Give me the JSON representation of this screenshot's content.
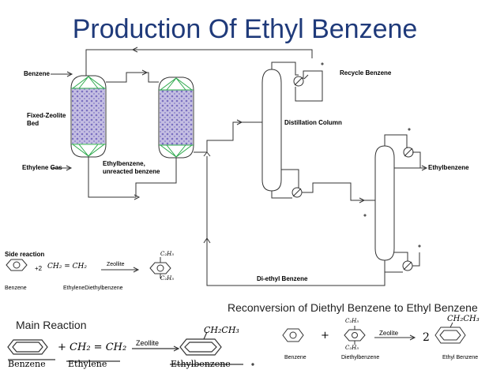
{
  "title": "Production Of Ethyl Benzene",
  "labels": {
    "benzene_feed": "Benzene",
    "fixed_zeolite": "Fixed-Zeolite",
    "bed": "Bed",
    "ethylene_gas": "Ethylene Gas",
    "ethylbenzene_unreacted_1": "Ethylbenzene,",
    "ethylbenzene_unreacted_2": "unreacted benzene",
    "recycle_benzene": "Recycle Benzene",
    "distillation_column": "Distillation Column",
    "ethylbenzene_product": "Ethylbenzene",
    "diethyl_benzene": "Di-ethyl Benzene"
  },
  "side_reaction": {
    "heading": "Side reaction",
    "plus2": "+2",
    "ethylene_formula": "CH₂ = CH₂",
    "catalyst": "Zeollite",
    "sub_top": "C₂H₅",
    "sub_bottom": "C₂H₅",
    "benzene": "Benzene",
    "products": "EthyleneDiethylbenzene"
  },
  "captions": {
    "reconversion": "Reconversion of Diethyl Benzene to Ethyl Benzene",
    "main_reaction": "Main Reaction"
  },
  "main_reaction": {
    "plus": "+",
    "ethylene_formula": "CH₂ = CH₂",
    "catalyst": "Zeollite",
    "product_group": "CH₂CH₃",
    "benzene": "Benzene",
    "ethylene": "Ethylene",
    "ethylbenzene": "Ethylbenzene"
  },
  "reconversion_reaction": {
    "plus": "+",
    "sub_top": "C₂H₅",
    "sub_bottom": "C₂H₅",
    "catalyst": "Zeolite",
    "coef": "2",
    "product_group": "CH₂CH₃",
    "benzene": "Benzene",
    "diethylbenzene": "Diethylbenzene",
    "ethylbenzene": "Ethyl Benzene"
  },
  "colors": {
    "title": "#1f3a7a",
    "bed_fill": "#b9b2d9",
    "bed_dots": "#6a5fb0",
    "cone": "#2aa84a",
    "line": "#333333"
  }
}
